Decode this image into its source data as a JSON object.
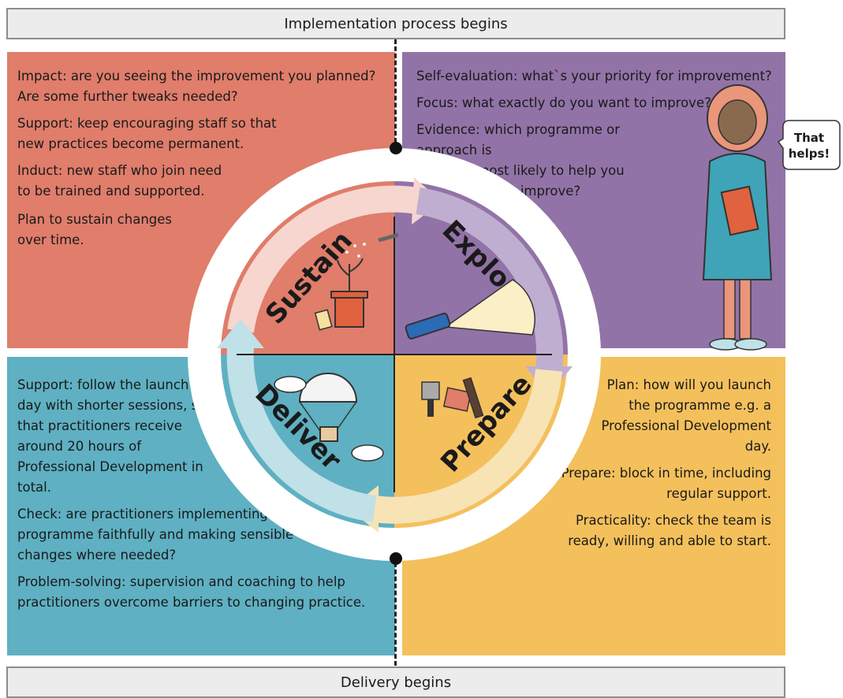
{
  "banners": {
    "top": "Implementation process begins",
    "bottom": "Delivery begins"
  },
  "sustain": {
    "title": "Sustain",
    "items": [
      "Impact: are you seeing the improvement you planned? Are some further tweaks needed?",
      "Support: keep encouraging staff so that new practices become permanent.",
      "Induct: new staff who join need to be trained and supported.",
      "Plan to sustain changes over time."
    ]
  },
  "explore": {
    "title": "Explore",
    "items": [
      "Self-evaluation: what`s your priority for improvement?",
      "Focus: what exactly do you want to improve?",
      "Evidence: which programme or approach is",
      "most likely to help you",
      "improve?"
    ]
  },
  "deliver": {
    "title": "Deliver",
    "items": [
      "Support: follow the launch day with shorter sessions, so that practitioners receive around 20 hours of Professional Development in total.",
      "Check: are practitioners implementing the programme faithfully and making sensible changes where needed?",
      "Problem-solving: supervision and coaching to help practitioners overcome barriers to changing practice."
    ]
  },
  "prepare": {
    "title": "Prepare",
    "items": [
      "Plan: how will you launch the programme e.g. a Professional Development day.",
      "Prepare: block in time, including regular support.",
      "Practicality: check the team is ready, willing and able to start."
    ]
  },
  "speech_bubble": "That helps!",
  "colors": {
    "sustain": "#e07d6b",
    "explore": "#9273a7",
    "deliver": "#5fb0c2",
    "prepare": "#f4c05c"
  }
}
